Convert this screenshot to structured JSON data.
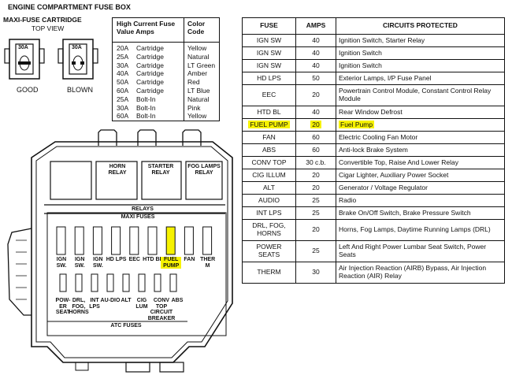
{
  "header": {
    "title": "ENGINE COMPARTMENT FUSE BOX"
  },
  "maxi_cartridge": {
    "title": "MAXI-FUSE CARTRIDGE",
    "subtitle": "TOP VIEW",
    "fuse_value": "30A",
    "good_label": "GOOD",
    "blown_label": "BLOWN"
  },
  "color_code_table": {
    "header_left": "High Current Fuse Value Amps",
    "header_right": "Color Code",
    "rows": [
      {
        "amps": "20A",
        "type": "Cartridge",
        "color": "Yellow"
      },
      {
        "amps": "25A",
        "type": "Cartridge",
        "color": "Natural"
      },
      {
        "amps": "30A",
        "type": "Cartridge",
        "color": "LT Green"
      },
      {
        "amps": "40A",
        "type": "Cartridge",
        "color": "Amber"
      },
      {
        "amps": "50A",
        "type": "Cartridge",
        "color": "Red"
      },
      {
        "amps": "60A",
        "type": "Cartridge",
        "color": "LT Blue"
      },
      {
        "amps": "25A",
        "type": "Bolt-In",
        "color": "Natural"
      },
      {
        "amps": "30A",
        "type": "Bolt-In",
        "color": "Pink"
      },
      {
        "amps": "60A",
        "type": "Bolt-In",
        "color": "Yellow"
      }
    ]
  },
  "fuse_table": {
    "headers": [
      "FUSE",
      "AMPS",
      "CIRCUITS PROTECTED"
    ],
    "rows": [
      {
        "fuse": "IGN SW",
        "amps": "40",
        "circuits": "Ignition Switch, Starter Relay"
      },
      {
        "fuse": "IGN SW",
        "amps": "40",
        "circuits": "Ignition Switch"
      },
      {
        "fuse": "IGN SW",
        "amps": "40",
        "circuits": "Ignition Switch"
      },
      {
        "fuse": "HD LPS",
        "amps": "50",
        "circuits": "Exterior Lamps, I/P Fuse Panel"
      },
      {
        "fuse": "EEC",
        "amps": "20",
        "circuits": "Powertrain Control Module, Constant Control Relay Module"
      },
      {
        "fuse": "HTD BL",
        "amps": "40",
        "circuits": "Rear Window Defrost"
      },
      {
        "fuse": "FUEL PUMP",
        "amps": "20",
        "circuits": "Fuel Pump",
        "highlight": "true"
      },
      {
        "fuse": "FAN",
        "amps": "60",
        "circuits": "Electric Cooling Fan Motor"
      },
      {
        "fuse": "ABS",
        "amps": "60",
        "circuits": "Anti-lock Brake System"
      },
      {
        "fuse": "CONV TOP",
        "amps": "30 c.b.",
        "circuits": "Convertible Top, Raise And Lower Relay"
      },
      {
        "fuse": "CIG ILLUM",
        "amps": "20",
        "circuits": "Cigar Lighter, Auxiliary Power Socket"
      },
      {
        "fuse": "ALT",
        "amps": "20",
        "circuits": "Generator / Voltage Regulator"
      },
      {
        "fuse": "AUDIO",
        "amps": "25",
        "circuits": "Radio"
      },
      {
        "fuse": "INT LPS",
        "amps": "25",
        "circuits": "Brake On/Off Switch, Brake Pressure Switch"
      },
      {
        "fuse": "DRL, FOG, HORNS",
        "amps": "20",
        "circuits": "Horns, Fog Lamps, Daytime Running Lamps (DRL)"
      },
      {
        "fuse": "POWER SEATS",
        "amps": "25",
        "circuits": "Left And Right Power Lumbar Seat Switch, Power Seats"
      },
      {
        "fuse": "THERM",
        "amps": "30",
        "circuits": "Air Injection Reaction (AIRB) Bypass, Air Injection Reaction (AIR) Relay"
      }
    ]
  },
  "fuse_box": {
    "relays": [
      {
        "label": "HORN RELAY"
      },
      {
        "label": "STARTER RELAY"
      },
      {
        "label": "FOG LAMPS RELAY"
      }
    ],
    "relays_label": "RELAYS",
    "maxi_label": "MAXI FUSES",
    "maxi_fuses": [
      "IGN SW.",
      "IGN SW.",
      "IGN SW.",
      "HD LPS",
      "EEC",
      "HTD BL",
      "FUEL PUMP",
      "FAN",
      "THER M"
    ],
    "atc_fuses": [
      "POW-ER SEAT",
      "DRL, FOG, HORNS",
      "INT LPS",
      "AU-DIO",
      "ALT",
      "CIG LUM",
      "CONV TOP CIRCUIT BREAKER",
      "ABS"
    ],
    "atc_label": "ATC FUSES",
    "highlight_color": "#f6f200"
  }
}
